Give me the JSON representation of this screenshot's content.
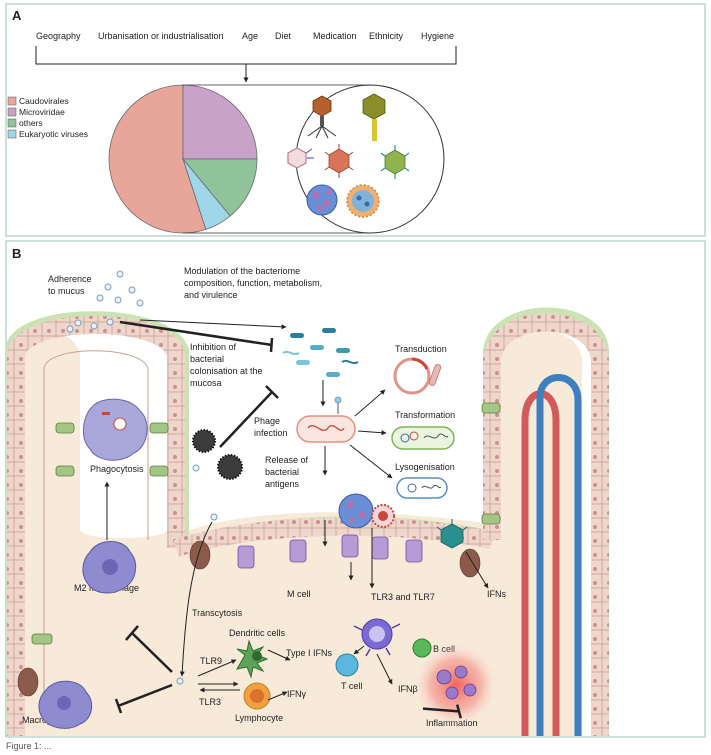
{
  "panel_a": {
    "letter": "A",
    "factors": [
      "Geography",
      "Urbanisation or industrialisation",
      "Age",
      "Diet",
      "Medication",
      "Ethnicity",
      "Hygiene"
    ],
    "legend": [
      {
        "label": "Caudovirales",
        "color": "#e8a69a"
      },
      {
        "label": "Microviridae",
        "color": "#c9a2c9"
      },
      {
        "label": "others",
        "color": "#8fc49a"
      },
      {
        "label": "Eukaryotic viruses",
        "color": "#9fd6ea"
      }
    ]
  },
  "chart_data": {
    "type": "pie",
    "categories": [
      "Caudovirales",
      "Microviridae",
      "others",
      "Eukaryotic viruses"
    ],
    "values": [
      55,
      25,
      14,
      6
    ]
  },
  "panel_b": {
    "letter": "B",
    "adherence": [
      "Adherence",
      "to mucus"
    ],
    "modulation": [
      "Modulation of the bacteriome",
      "composition, function, metabolism,",
      "and virulence"
    ],
    "inhibition": [
      "Inhibition of",
      "bacterial",
      "colonisation at the",
      "mucosa"
    ],
    "phage_infection": [
      "Phage",
      "infection"
    ],
    "release": [
      "Release of",
      "bacterial",
      "antigens"
    ],
    "transduction": "Transduction",
    "transformation": "Transformation",
    "lysogenisation": "Lysogenisation",
    "phagocytosis": "Phagocytosis",
    "m2_macrophage": "M2 macrophage",
    "macrophage": "Macrophage",
    "m_cell": "M cell",
    "tlr3_tlr7": "TLR3 and TLR7",
    "ifns_right": "IFNs",
    "transcytosis": "Transcytosis",
    "dendritic_cells": "Dendritic cells",
    "type_i_ifns": "Type I IFNs",
    "ifn_gamma": "IFNγ",
    "lymphocyte": "Lymphocyte",
    "tlr9": "TLR9",
    "tlr3": "TLR3",
    "b_cell": "B cell",
    "t_cell": "T cell",
    "ifn_beta": "IFNβ",
    "inflammation": "Inflammation"
  },
  "caption": "Figure 1: ..."
}
